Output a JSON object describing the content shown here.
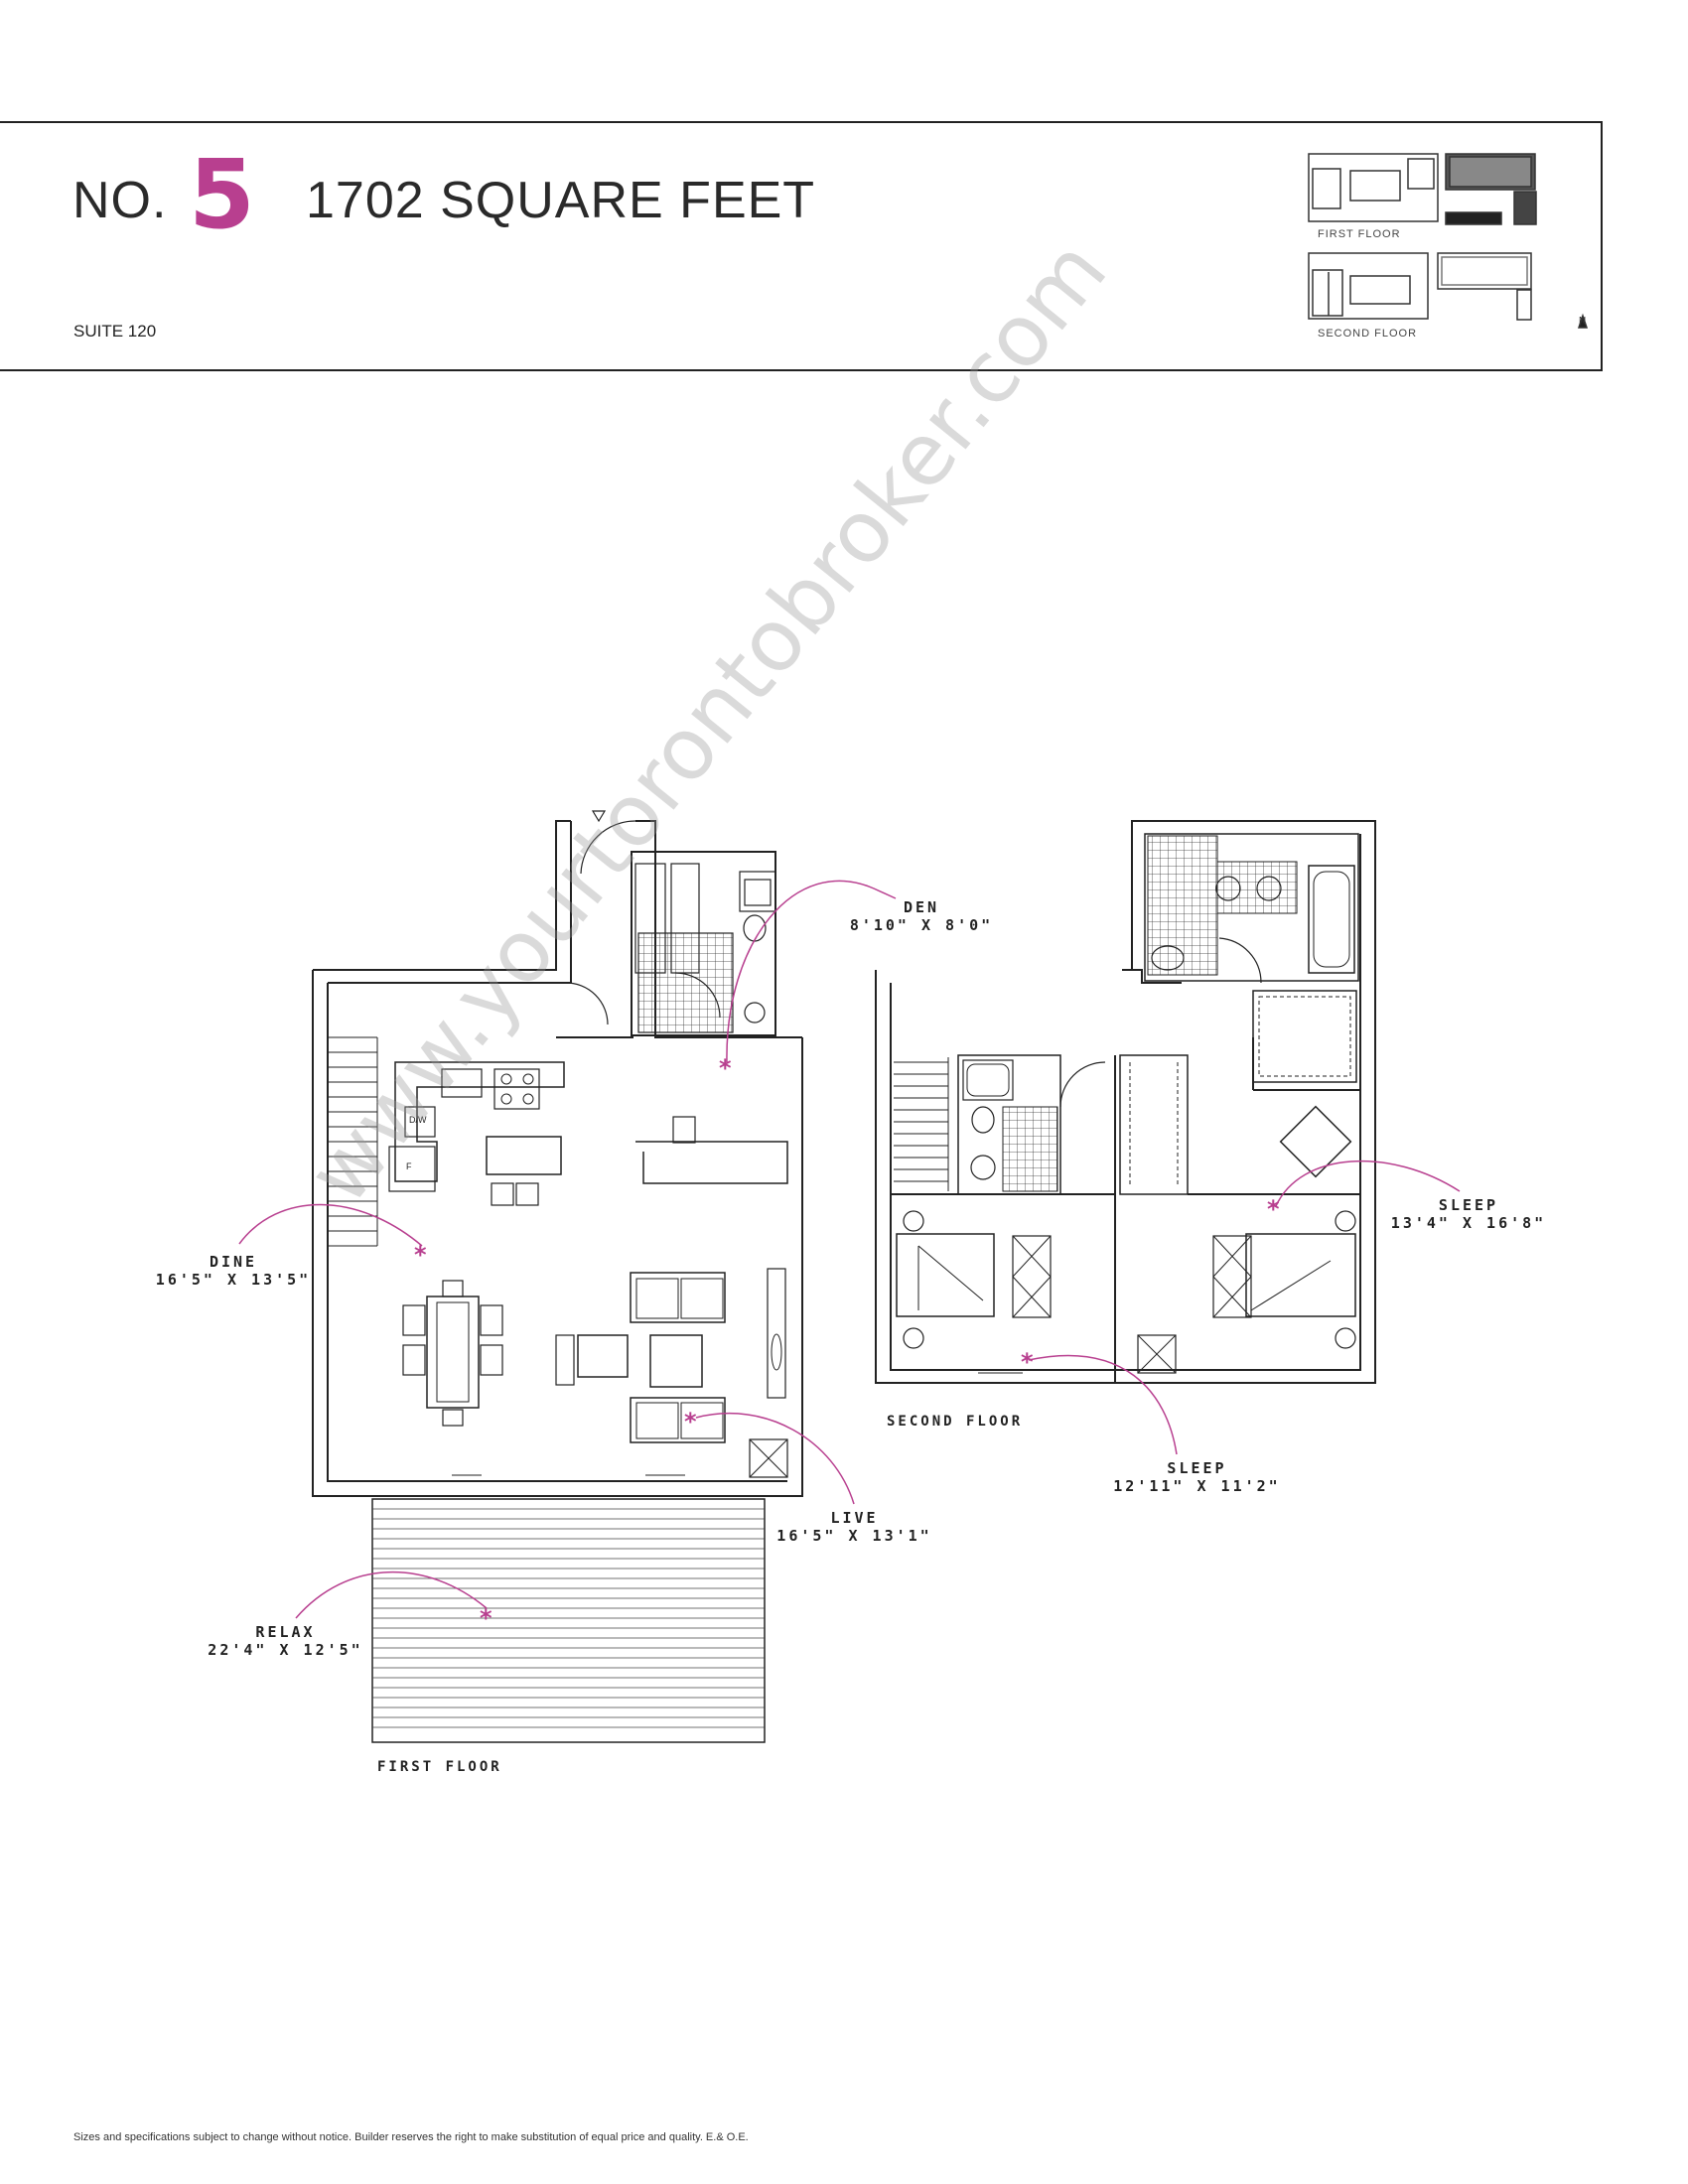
{
  "header": {
    "no_label": "NO.",
    "number": "5",
    "square_feet": "1702 SQUARE FEET",
    "suite": "SUITE 120",
    "accent_color": "#b83f8f"
  },
  "key_plan": {
    "first_floor": "FIRST FLOOR",
    "second_floor": "SECOND FLOOR",
    "north": "N"
  },
  "rooms": {
    "den": {
      "name": "DEN",
      "size": "8'10\" X 8'0\""
    },
    "dine": {
      "name": "DINE",
      "size": "16'5\" X 13'5\""
    },
    "live": {
      "name": "LIVE",
      "size": "16'5\" X 13'1\""
    },
    "relax": {
      "name": "RELAX",
      "size": "22'4\" X 12'5\""
    },
    "sleep_master": {
      "name": "SLEEP",
      "size": "13'4\" X 16'8\""
    },
    "sleep_second": {
      "name": "SLEEP",
      "size": "12'11\" X 11'2\""
    }
  },
  "floors": {
    "first": "FIRST FLOOR",
    "second": "SECOND FLOOR"
  },
  "appliances": {
    "dishwasher": "D/W",
    "fridge": "F"
  },
  "watermark": "www.yourtorontobroker.com",
  "footer": {
    "disclaimer": "Sizes and specifications subject to change without notice. Builder reserves the right to make substitution of equal price and quality. E.& O.E."
  }
}
